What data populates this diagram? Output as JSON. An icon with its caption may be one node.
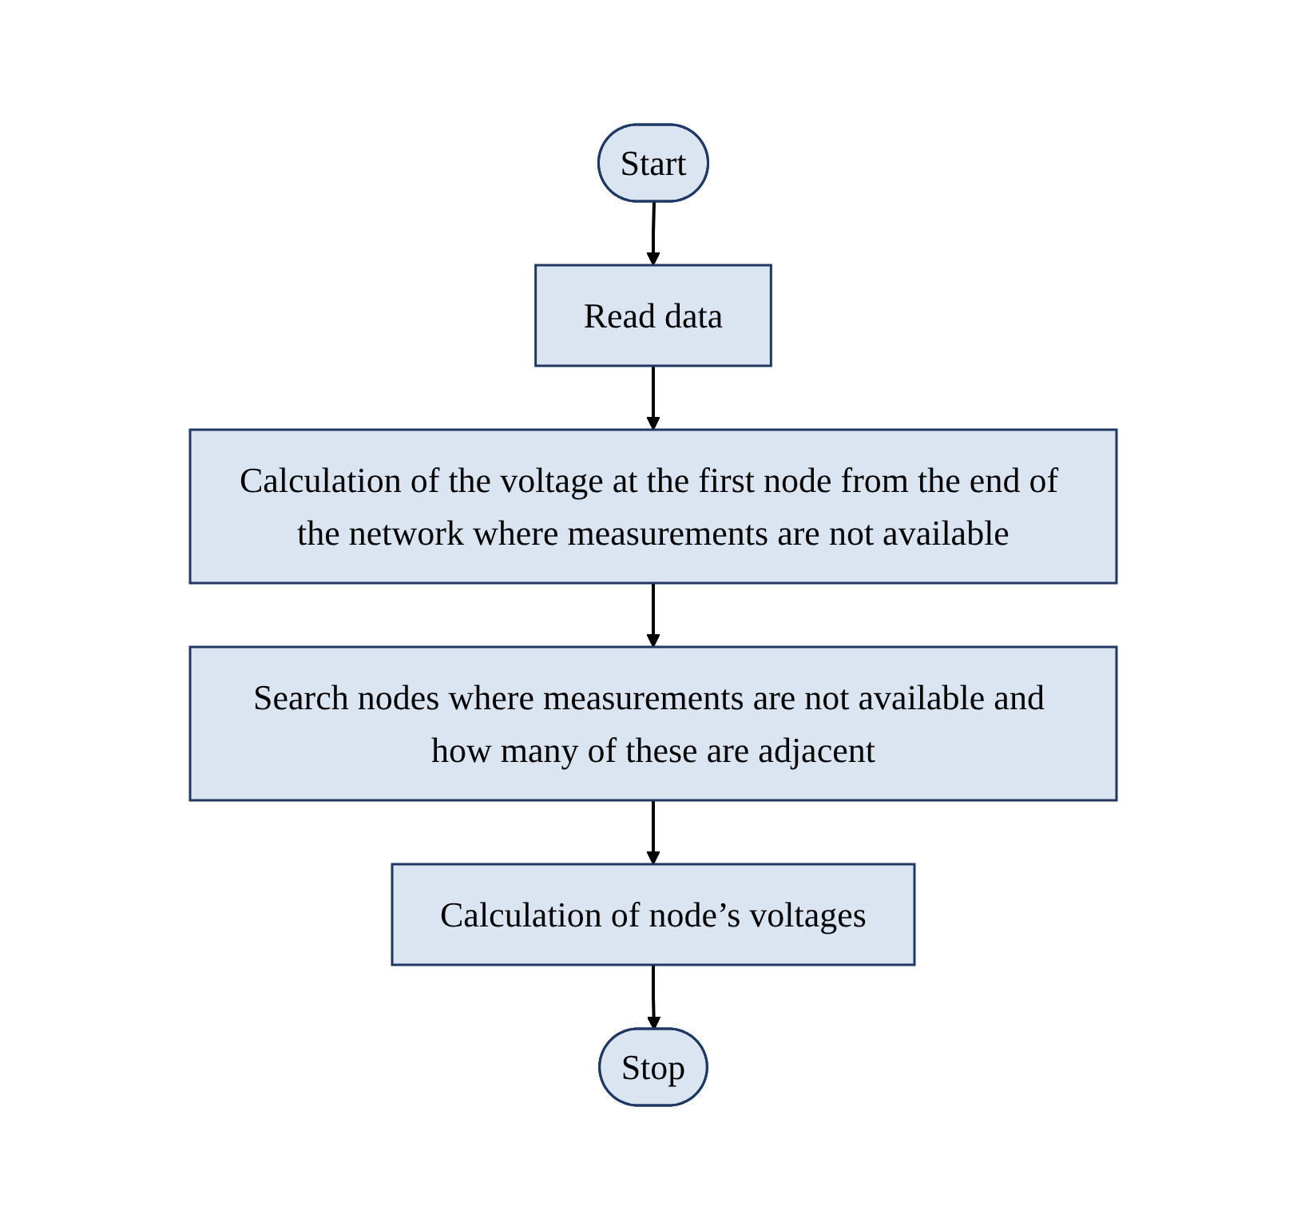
{
  "diagram": {
    "nodes": [
      {
        "text": [
          "Start"
        ]
      },
      {
        "text": [
          "Read data"
        ]
      },
      {
        "text": [
          "Calculation of the voltage at the first node from the end of the network where measurements are not available"
        ]
      },
      {
        "text": [
          "Search nodes where measurements are not available and how many of these are adjacent"
        ]
      },
      {
        "text": [
          "Calculation of node’s voltages"
        ]
      },
      {
        "text": [
          "Stop"
        ]
      }
    ],
    "edges": [
      {
        "from": 0,
        "to": 1,
        "arrow": "to"
      },
      {
        "from": 1,
        "to": 2,
        "arrow": "to"
      },
      {
        "from": 2,
        "to": 3,
        "arrow": "to"
      },
      {
        "from": 3,
        "to": 4,
        "arrow": "to"
      },
      {
        "from": 4,
        "to": 5,
        "arrow": "to"
      }
    ]
  }
}
